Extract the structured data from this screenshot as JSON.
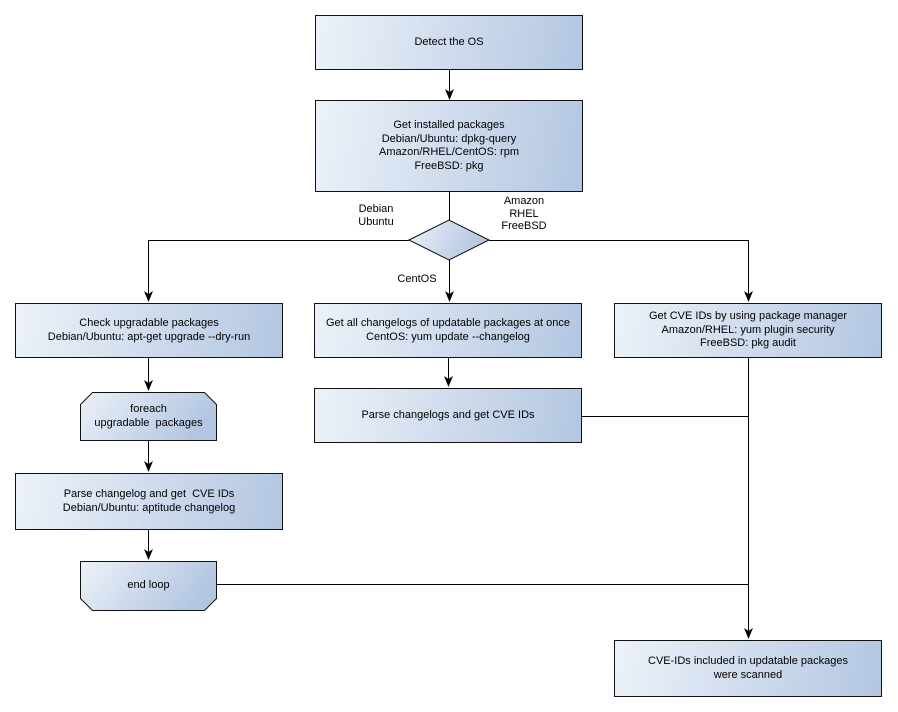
{
  "nodes": {
    "detect_os": {
      "label": "Detect the OS"
    },
    "get_installed": {
      "label": "Get installed packages\nDebian/Ubuntu: dpkg-query\nAmazon/RHEL/CentOS: rpm\nFreeBSD: pkg"
    },
    "check_upgradable": {
      "label": "Check upgradable packages\nDebian/Ubuntu: apt-get upgrade --dry-run"
    },
    "foreach_loop": {
      "label": "foreach\nupgradable  packages"
    },
    "parse_changelog_left": {
      "label": "Parse changelog and get  CVE IDs\nDebian/Ubuntu: aptitude changelog"
    },
    "end_loop": {
      "label": "end loop"
    },
    "get_all_changelogs": {
      "label": "Get all changelogs of updatable packages at once\nCentOS: yum update --changelog"
    },
    "parse_changelogs_mid": {
      "label": "Parse changelogs and get CVE IDs"
    },
    "get_cve_ids_right": {
      "label": "Get CVE IDs by using package manager\nAmazon/RHEL: yum plugin security\nFreeBSD: pkg audit"
    },
    "scanned_result": {
      "label": "CVE-IDs included in updatable packages\nwere scanned"
    }
  },
  "edge_labels": {
    "debian_ubuntu": "Debian\nUbuntu",
    "amazon_rhel_freebsd": "Amazon\nRHEL\nFreeBSD",
    "centos": "CentOS"
  },
  "colors": {
    "node_fill_light": "#edf2f9",
    "node_fill_dark": "#b3c6e1",
    "node_border": "#111111",
    "connector": "#000000",
    "background": "#ffffff",
    "text": "#000000"
  }
}
